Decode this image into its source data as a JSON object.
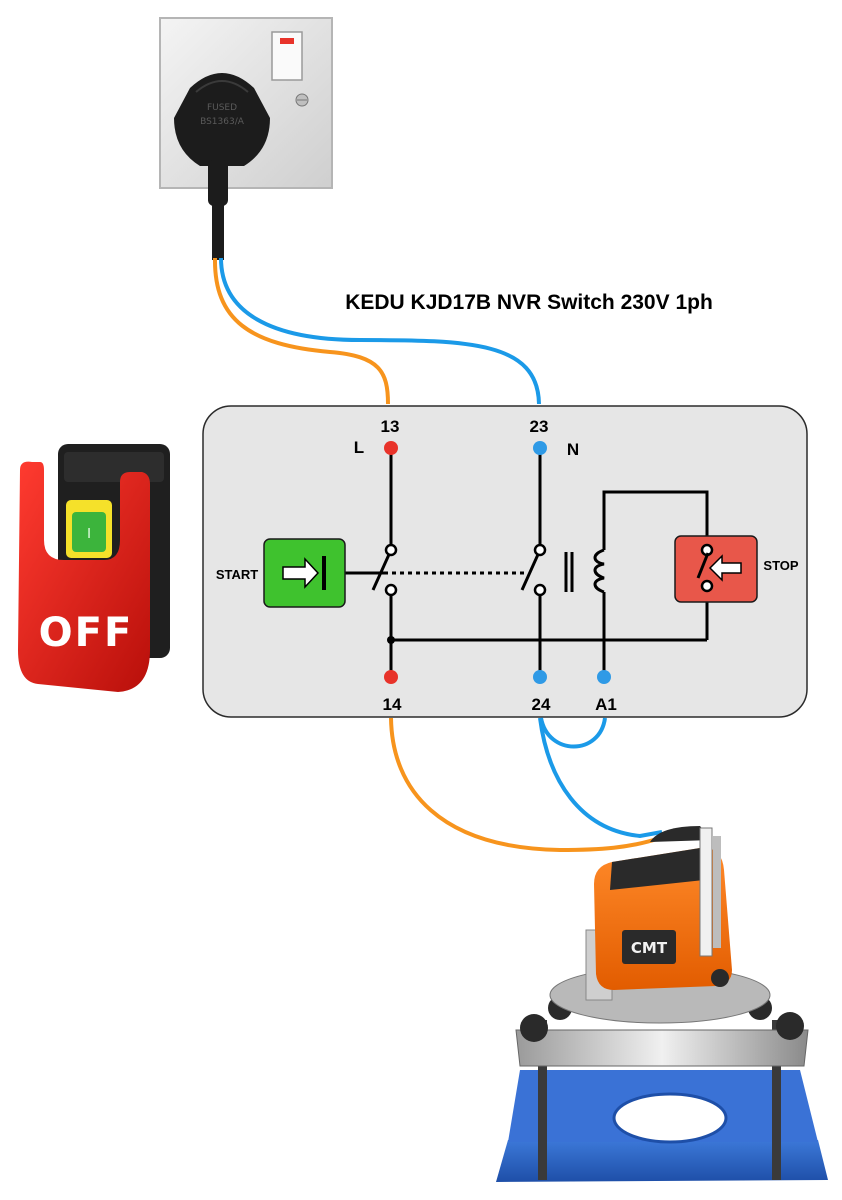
{
  "title": "KEDU KJD17B NVR Switch 230V 1ph",
  "terminals": {
    "t13": "13",
    "t23": "23",
    "t14": "14",
    "t24": "24",
    "a1": "A1",
    "live": "L",
    "neutral": "N"
  },
  "labels": {
    "start": "START",
    "stop": "STOP"
  },
  "switch_photo": {
    "button_text": "OFF",
    "green_button_mark": "I"
  },
  "plug_photo": {
    "text_line1": "FUSED",
    "text_line2": "BS1363/A"
  },
  "router_photo": {
    "brand": "CMT"
  },
  "colors": {
    "live_wire": "#f7941d",
    "neutral_wire": "#1b9ae8",
    "live_terminal": "#e8332a",
    "neutral_terminal": "#2f9ae6",
    "start_button": "#3fc22e",
    "stop_button": "#e8574a",
    "panel": "#e6e6e6"
  }
}
